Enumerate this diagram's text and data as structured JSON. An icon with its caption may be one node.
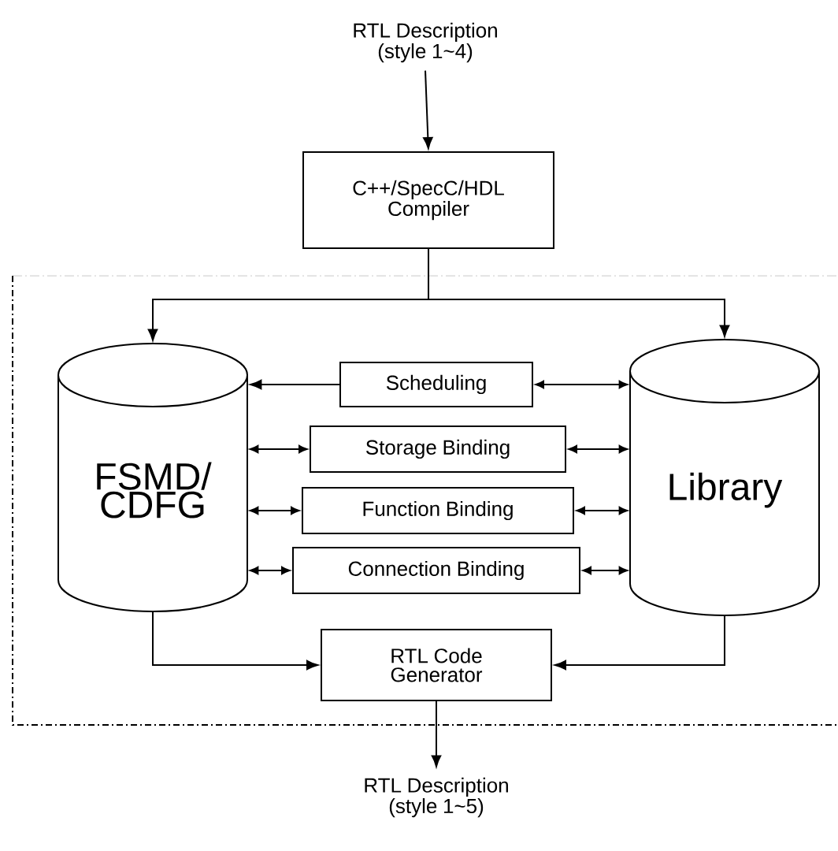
{
  "diagram": {
    "nodes": [
      {
        "text": [
          "RTL Description (style 1~4)"
        ]
      },
      {
        "text": [
          "C++/SpecC/HDL Compiler"
        ]
      },
      {
        "text": [
          "FSMD/ CDFG"
        ]
      },
      {
        "text": [
          "Scheduling"
        ]
      },
      {
        "text": [
          "Storage Binding"
        ]
      },
      {
        "text": [
          "Function Binding"
        ]
      },
      {
        "text": [
          "Connection Binding"
        ]
      },
      {
        "text": [
          "Library"
        ]
      },
      {
        "text": [
          "RTL Code Generator"
        ]
      },
      {
        "text": [
          "RTL Description (style 1~5)"
        ]
      }
    ],
    "edges": [
      {
        "from": 0,
        "to": 1,
        "arrow": "to"
      },
      {
        "from": 1,
        "to": 2,
        "arrow": "to"
      },
      {
        "from": 1,
        "to": 7,
        "arrow": "to"
      },
      {
        "from": 3,
        "to": 2,
        "arrow": "to"
      },
      {
        "from": 3,
        "to": 7,
        "arrow": "both"
      },
      {
        "from": 2,
        "to": 4,
        "arrow": "both"
      },
      {
        "from": 4,
        "to": 7,
        "arrow": "both"
      },
      {
        "from": 2,
        "to": 5,
        "arrow": "both"
      },
      {
        "from": 5,
        "to": 7,
        "arrow": "both"
      },
      {
        "from": 2,
        "to": 6,
        "arrow": "both"
      },
      {
        "from": 6,
        "to": 7,
        "arrow": "both"
      },
      {
        "from": 2,
        "to": 8,
        "arrow": "to"
      },
      {
        "from": 7,
        "to": 8,
        "arrow": "to"
      },
      {
        "from": 8,
        "to": 9,
        "arrow": "to"
      }
    ]
  }
}
